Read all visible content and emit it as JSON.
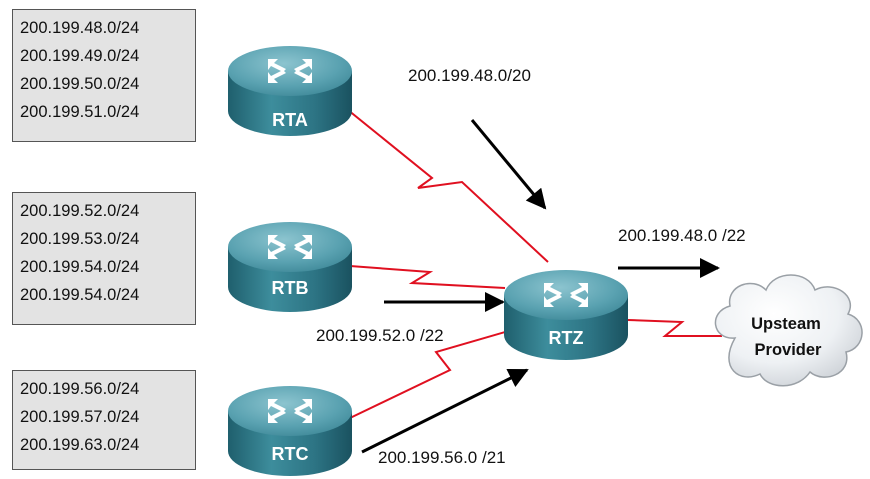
{
  "networks": {
    "rta": [
      "200.199.48.0/24",
      "200.199.49.0/24",
      "200.199.50.0/24",
      "200.199.51.0/24"
    ],
    "rtb": [
      "200.199.52.0/24",
      "200.199.53.0/24",
      "200.199.54.0/24",
      "200.199.54.0/24"
    ],
    "rtc": [
      "200.199.56.0/24",
      "200.199.57.0/24",
      "200.199.63.0/24"
    ]
  },
  "routers": {
    "rta": "RTA",
    "rtb": "RTB",
    "rtc": "RTC",
    "rtz": "RTZ"
  },
  "routes": {
    "rta_summary": "200.199.48.0/20",
    "rtb_summary": "200.199.52.0 /22",
    "rtc_summary": "200.199.56.0 /21",
    "rtz_summary": "200.199.48.0 /22"
  },
  "cloud": {
    "line1": "Upsteam",
    "line2": "Provider"
  },
  "colors": {
    "router_body": "#2f7a8a",
    "link": "#e01020",
    "arrow": "#000000",
    "netbox_bg": "#e3e3e3"
  }
}
